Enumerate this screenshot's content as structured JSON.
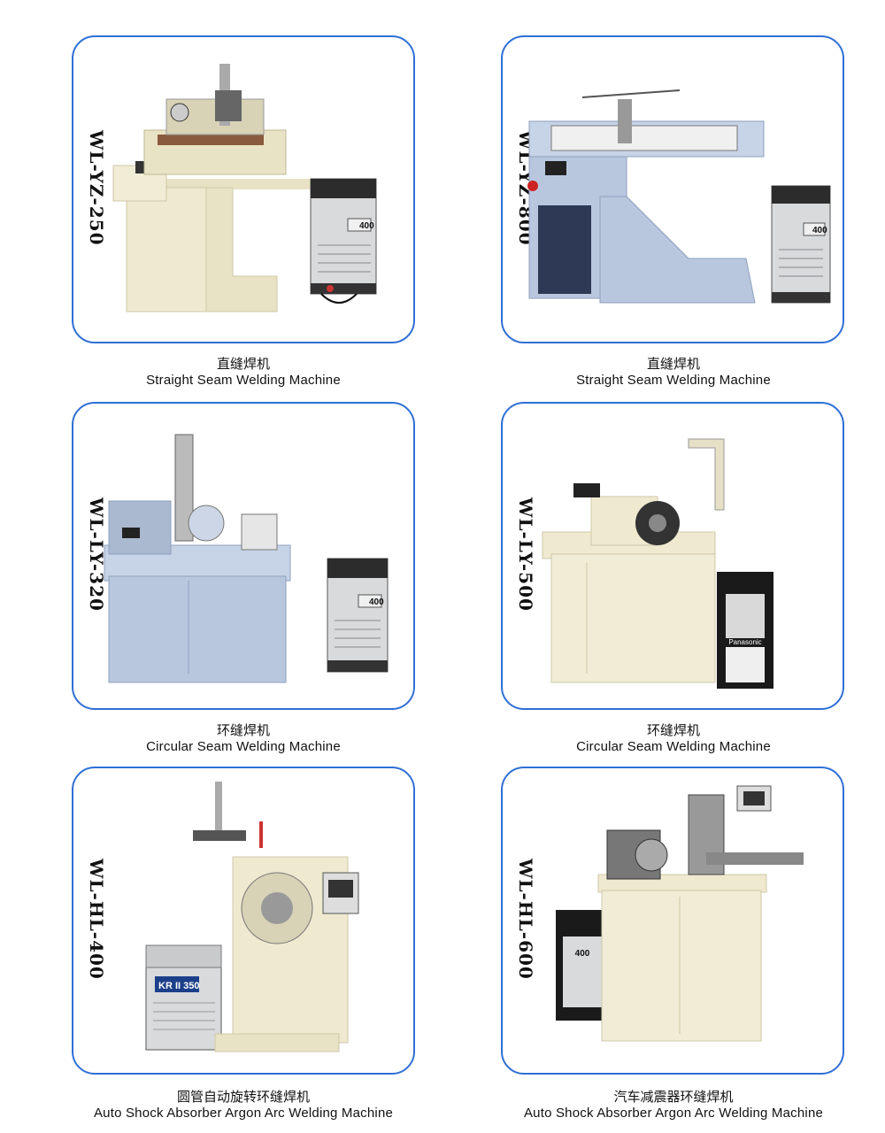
{
  "cards": [
    {
      "model": "WL-YZ-250",
      "zh": "直缝焊机",
      "en": "Straight Seam Welding Machine",
      "welder_display": "400"
    },
    {
      "model": "WL-YZ-800",
      "zh": "直缝焊机",
      "en": "Straight Seam Welding Machine",
      "welder_display": "400"
    },
    {
      "model": "WL-LY-320",
      "zh": "环缝焊机",
      "en": "Circular Seam Welding Machine",
      "welder_display": "400"
    },
    {
      "model": "WL-LY-500",
      "zh": "环缝焊机",
      "en": "Circular Seam Welding Machine",
      "welder_brand": "Panasonic"
    },
    {
      "model": "WL-HL-400",
      "zh": "圆管自动旋转环缝焊机",
      "en": "Auto Shock Absorber Argon Arc Welding Machine",
      "welder_display": "KR II 350"
    },
    {
      "model": "WL-HL-600",
      "zh": "汽车减震器环缝焊机",
      "en": "Auto Shock Absorber Argon Arc Welding Machine",
      "welder_display": "400"
    }
  ],
  "colors": {
    "card_border": "#2f6fd6",
    "machine_cream": "#efe9cf",
    "machine_blue": "#b9c7de",
    "welder_gray": "#d9dadc"
  }
}
